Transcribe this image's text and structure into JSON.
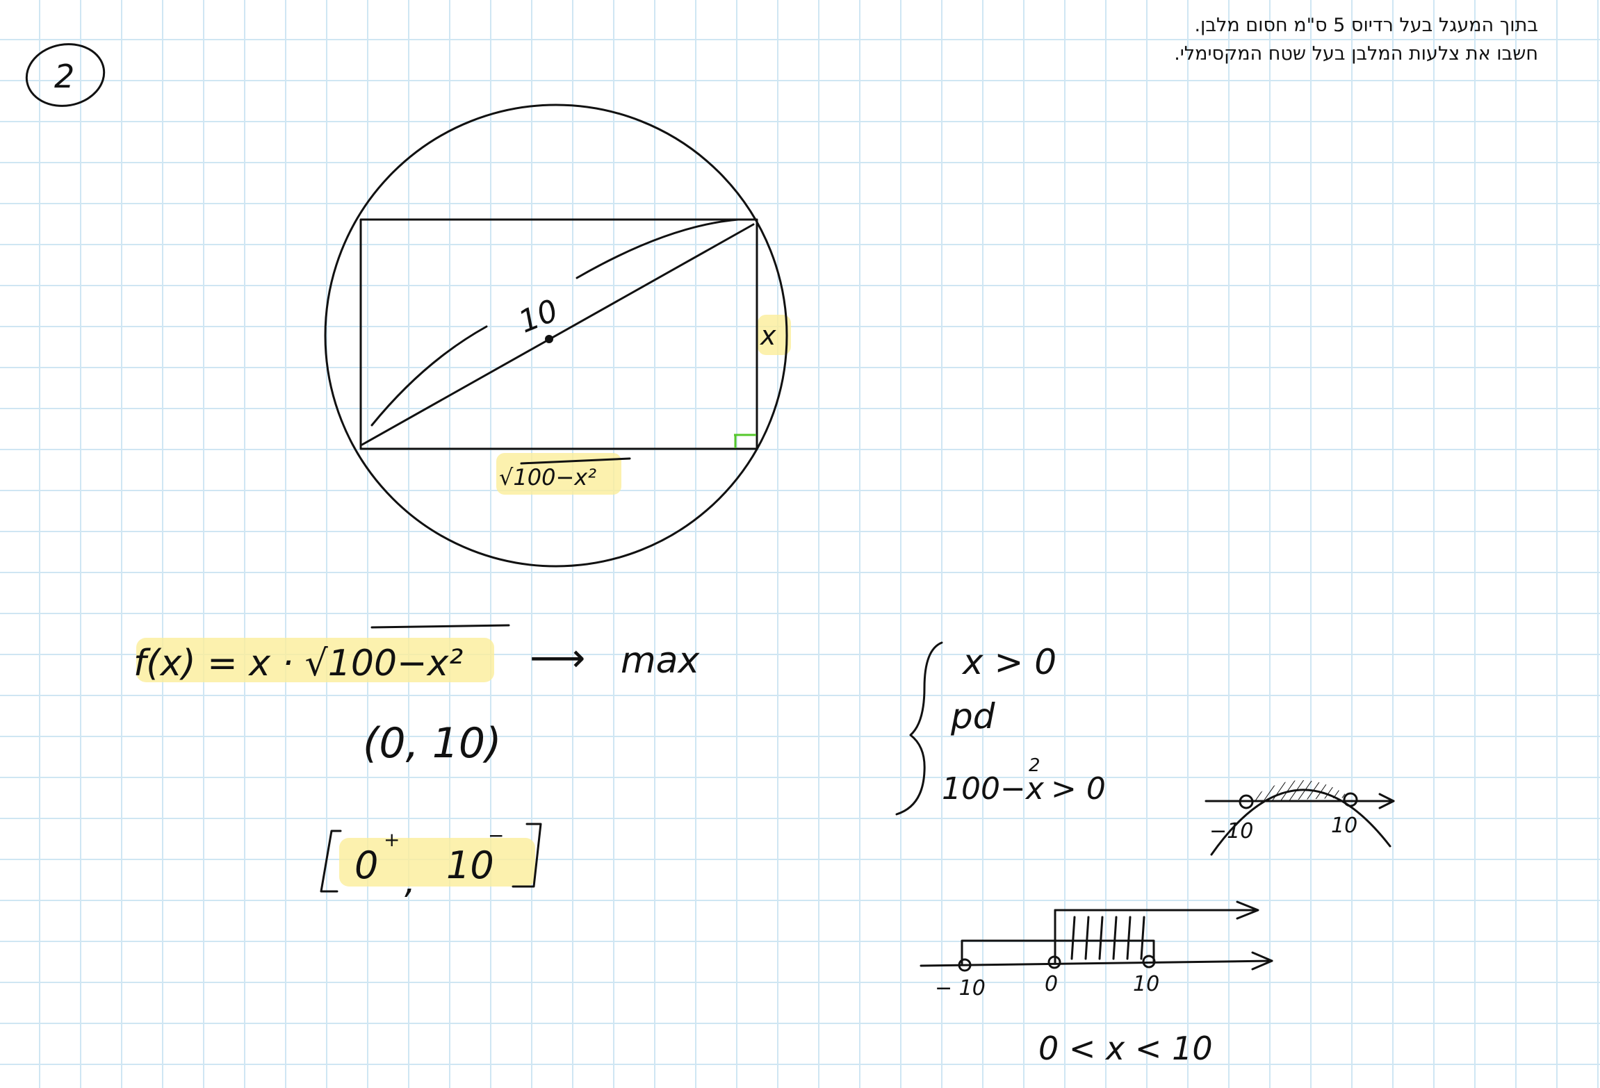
{
  "problem": {
    "line1": "בתוך המעגל בעל רדיוס 5 ס\"מ חסום מלבן.",
    "line2": "חשבו את צלעות המלבן בעל שטח המקסימלי."
  },
  "question_number": "2",
  "diagram": {
    "diagonal_label": "10",
    "side_label": "x",
    "base_label": "√100−x²"
  },
  "work": {
    "function": "f(x) = x · √100−x²",
    "arrow": "⟶",
    "goal": "max",
    "open_interval": "(0, 10)",
    "closed_interval_left": "0",
    "closed_interval_left_sup": "+",
    "closed_interval_comma": ",",
    "closed_interval_right": "10",
    "closed_interval_right_sup": "−"
  },
  "system": {
    "cond1": "x > 0",
    "cond_note": "pd",
    "cond2_base": "100−x",
    "cond2_exp": "2",
    "cond2_rel": "> 0"
  },
  "parabola_sketch": {
    "left_root": "−10",
    "right_root": "10"
  },
  "number_line": {
    "ticks": [
      "− 10",
      "0",
      "10"
    ],
    "conclusion": "0 < x < 10"
  },
  "colors": {
    "highlight": "#fbee9a",
    "ink": "#111111",
    "right_angle_mark": "#56c72c",
    "grid": "#cfe6f3"
  }
}
